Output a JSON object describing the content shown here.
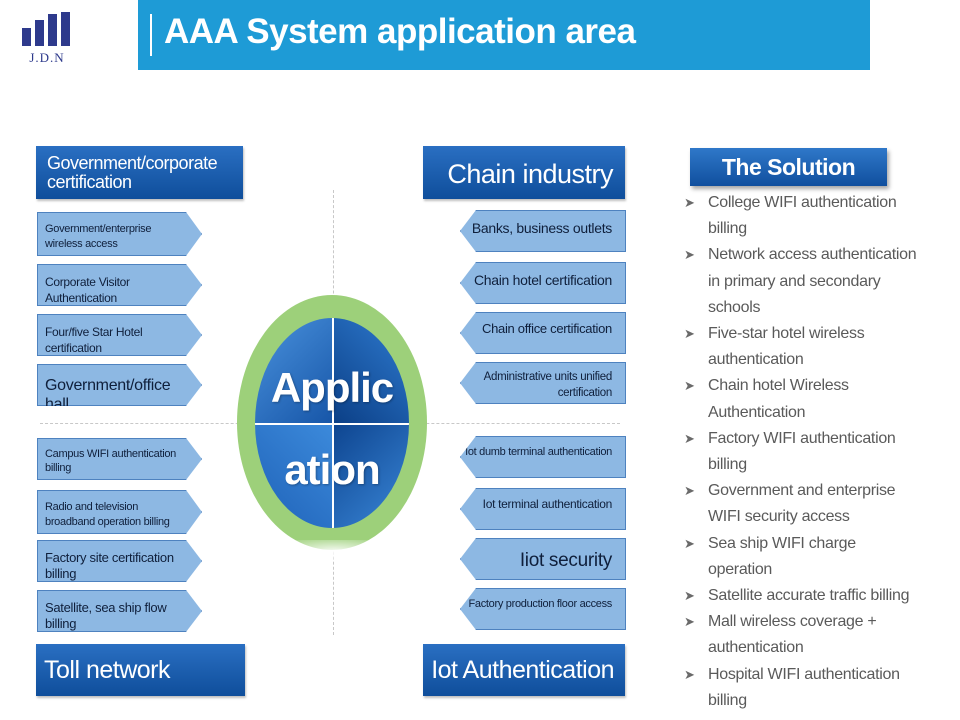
{
  "logo": {
    "brand": "J.D.N"
  },
  "header": {
    "title": "AAA System application area"
  },
  "center": {
    "line1": "Applic",
    "line2": "ation"
  },
  "left_top": {
    "title": "Government/corporate certification",
    "items": [
      "Government/enterprise wireless access",
      "Corporate Visitor Authentication",
      "Four/five Star Hotel certification",
      "Government/office hall"
    ]
  },
  "left_bottom": {
    "title": "Toll network",
    "items": [
      "Campus WIFI authentication billing",
      "Radio and television broadband operation billing",
      "Factory site certification billing",
      "Satellite, sea ship flow billing"
    ]
  },
  "right_top": {
    "title": "Chain industry",
    "items": [
      "Banks, business outlets",
      "Chain hotel certification",
      "Chain office certification",
      "Administrative units unified certification"
    ]
  },
  "right_bottom": {
    "title": "Iot Authentication",
    "items": [
      "Iot dumb terminal authentication",
      "Iot terminal authentication",
      "Iiot security",
      "Factory production floor access"
    ]
  },
  "solution": {
    "title": "The Solution",
    "items": [
      "College WIFI authentication billing",
      "Network access authentication in primary and secondary schools",
      "Five-star hotel wireless authentication",
      "Chain hotel Wireless Authentication",
      "Factory WIFI authentication billing",
      "Government and enterprise WIFI security access",
      "Sea ship WIFI charge operation",
      "Satellite accurate traffic billing",
      "Mall wireless coverage + authentication",
      "Hospital WIFI authentication billing"
    ]
  },
  "colors": {
    "header": "#1e9bd6",
    "category": "#0f4e9b",
    "item": "#8db8e3",
    "ring": "#9dd07a"
  }
}
